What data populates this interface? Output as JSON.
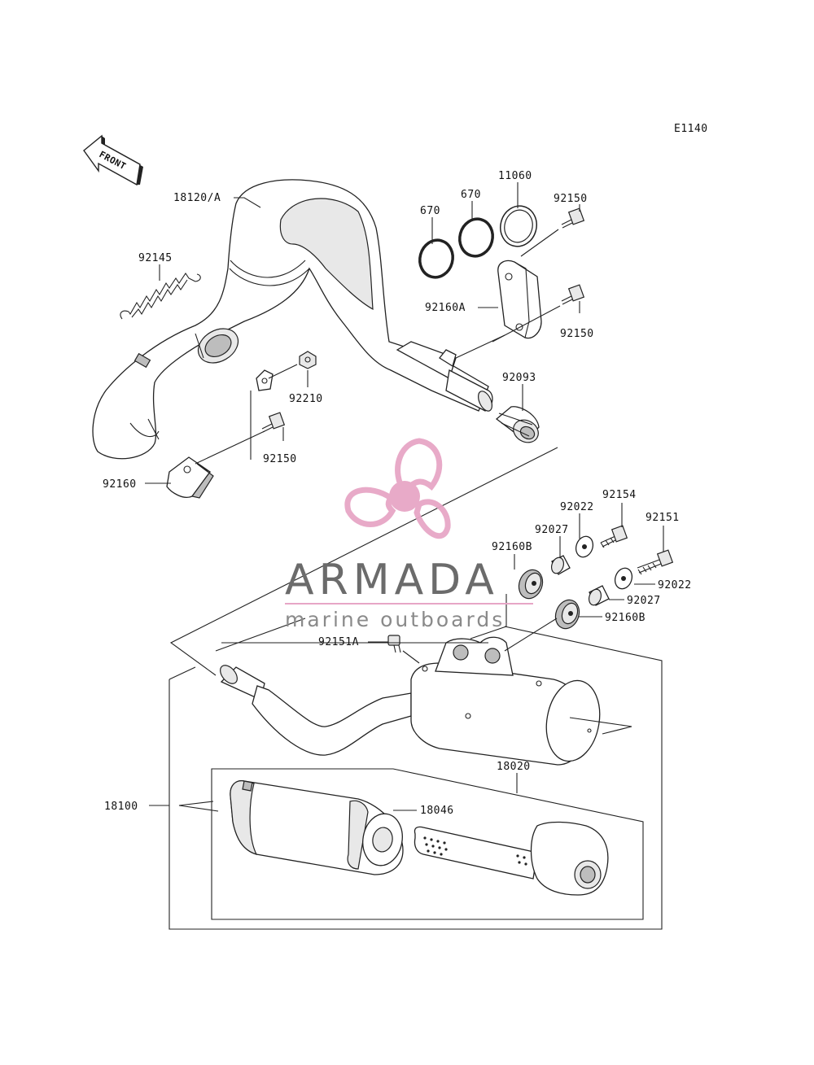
{
  "diagram_code": "E1140",
  "front_label": "FRONT",
  "labels": {
    "p18120A": "18120/A",
    "p92145": "92145",
    "p670a": "670",
    "p670b": "670",
    "p11060": "11060",
    "p92150a": "92150",
    "p92160A": "92160A",
    "p92150b": "92150",
    "p92093": "92093",
    "p92210": "92210",
    "p92150c": "92150",
    "p92160": "92160",
    "p92154": "92154",
    "p92022a": "92022",
    "p92151": "92151",
    "p92027a": "92027",
    "p92160Ba": "92160B",
    "p92022b": "92022",
    "p92027b": "92027",
    "p92160Bb": "92160B",
    "p92151A": "92151A",
    "p18020": "18020",
    "p18100": "18100",
    "p18046": "18046"
  },
  "watermark": {
    "brand": "ARMADA",
    "tagline": "marine outboards",
    "brand_color": "#6b6b6b",
    "logo_color": "#e7a6c6"
  }
}
